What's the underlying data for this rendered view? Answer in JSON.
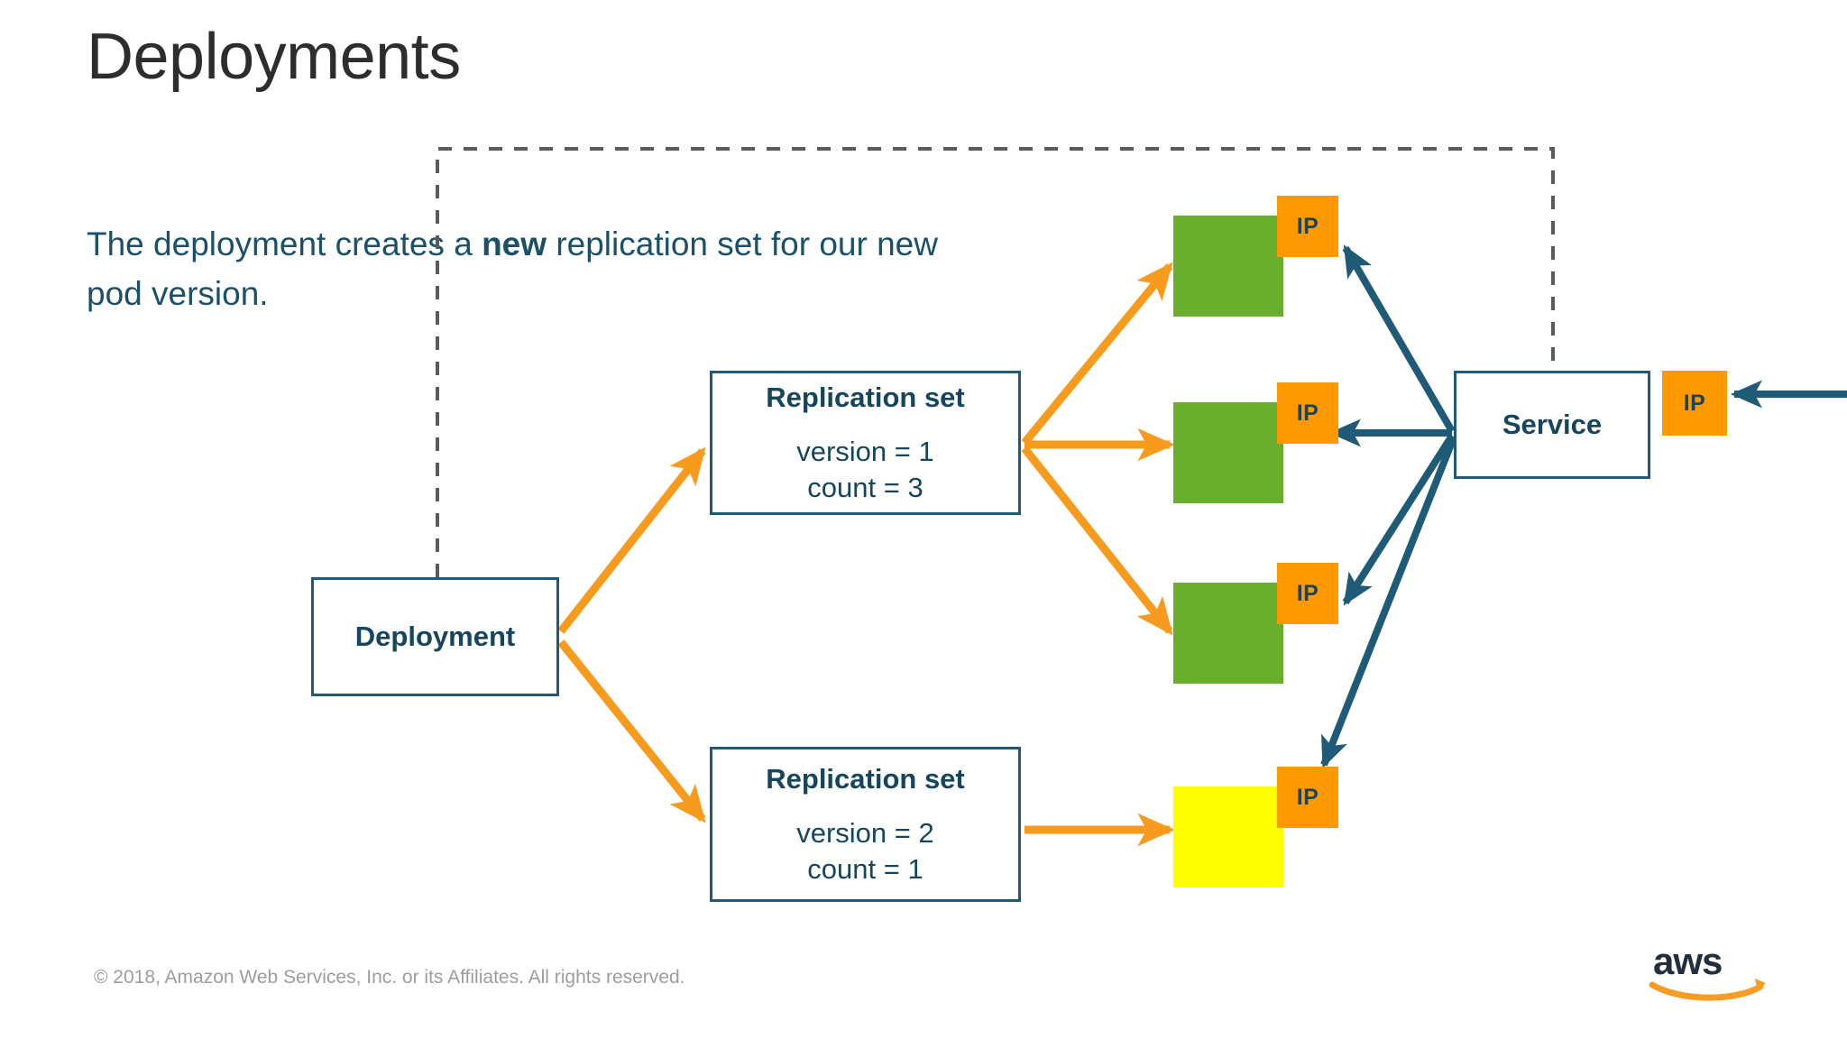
{
  "slide": {
    "title": "Deployments",
    "body_text_before": "The deployment creates a ",
    "body_text_bold": "new",
    "body_text_after": " replication set for our new pod version.",
    "background_color": "#ffffff"
  },
  "colors": {
    "title_text": "#2d2d2d",
    "body_text": "#1b5069",
    "box_border": "#1f5b77",
    "box_text": "#16465e",
    "pod_green": "#6aae2d",
    "pod_yellow": "#ffff00",
    "ip_orange": "#ff9900",
    "arrow_orange": "#f79b1e",
    "arrow_blue": "#1f5b77",
    "dashed_gray": "#595b60",
    "footer_text": "#9b9ea1",
    "aws_logo_text": "#232f3e",
    "aws_logo_smile": "#f89c26"
  },
  "diagram": {
    "deployment": {
      "title": "Deployment"
    },
    "replication_sets": [
      {
        "title": "Replication set",
        "version_line": "version = 1",
        "count_line": "count = 3"
      },
      {
        "title": "Replication set",
        "version_line": "version = 2",
        "count_line": "count = 1"
      }
    ],
    "service": {
      "title": "Service",
      "ip_label": "IP"
    },
    "pods": [
      {
        "color": "green",
        "ip_label": "IP"
      },
      {
        "color": "green",
        "ip_label": "IP"
      },
      {
        "color": "green",
        "ip_label": "IP"
      },
      {
        "color": "yellow",
        "ip_label": "IP"
      }
    ]
  },
  "footer": {
    "copyright": "© 2018, Amazon Web Services, Inc. or its Affiliates. All rights reserved.",
    "logo_text": "aws"
  }
}
